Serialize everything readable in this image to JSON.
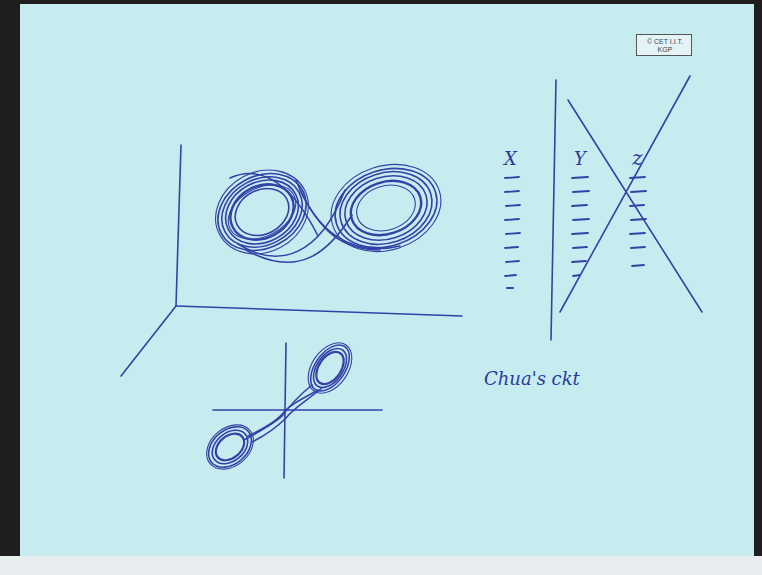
{
  "diagram": {
    "nodes": [
      {
        "text": [
          "© CET I.I.T. KGP"
        ]
      }
    ],
    "labels": [
      "X",
      "Y",
      "z",
      "Chua's ckt"
    ]
  }
}
